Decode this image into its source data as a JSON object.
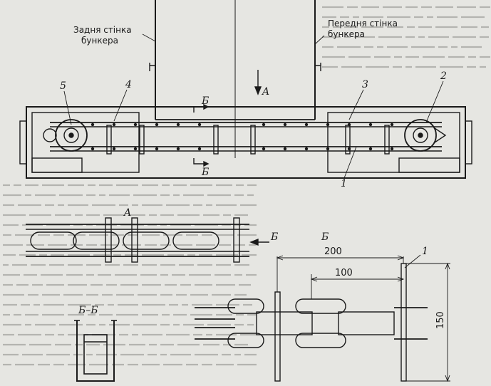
{
  "labels": {
    "rear_wall_line1": "Задня стінка",
    "rear_wall_line2": "бункера",
    "front_wall_line1": "Передня стінка",
    "front_wall_line2": "бункера",
    "callout_1": "1",
    "callout_1b": "1",
    "callout_2": "2",
    "callout_3": "3",
    "callout_4": "4",
    "callout_5": "5",
    "view_A_arrow": "A",
    "section_B_top": "Б",
    "section_B_bottom": "Б",
    "view_A_title": "A",
    "view_A_B_arrow": "Б",
    "section_BB_title": "Б–Б",
    "view_B_title": "Б",
    "dim_200": "200",
    "dim_100": "100",
    "dim_150": "150"
  },
  "colors": {
    "ink": "#1a1a1a",
    "paper": "#e6e6e2",
    "show_through": "#b4b4b0"
  }
}
